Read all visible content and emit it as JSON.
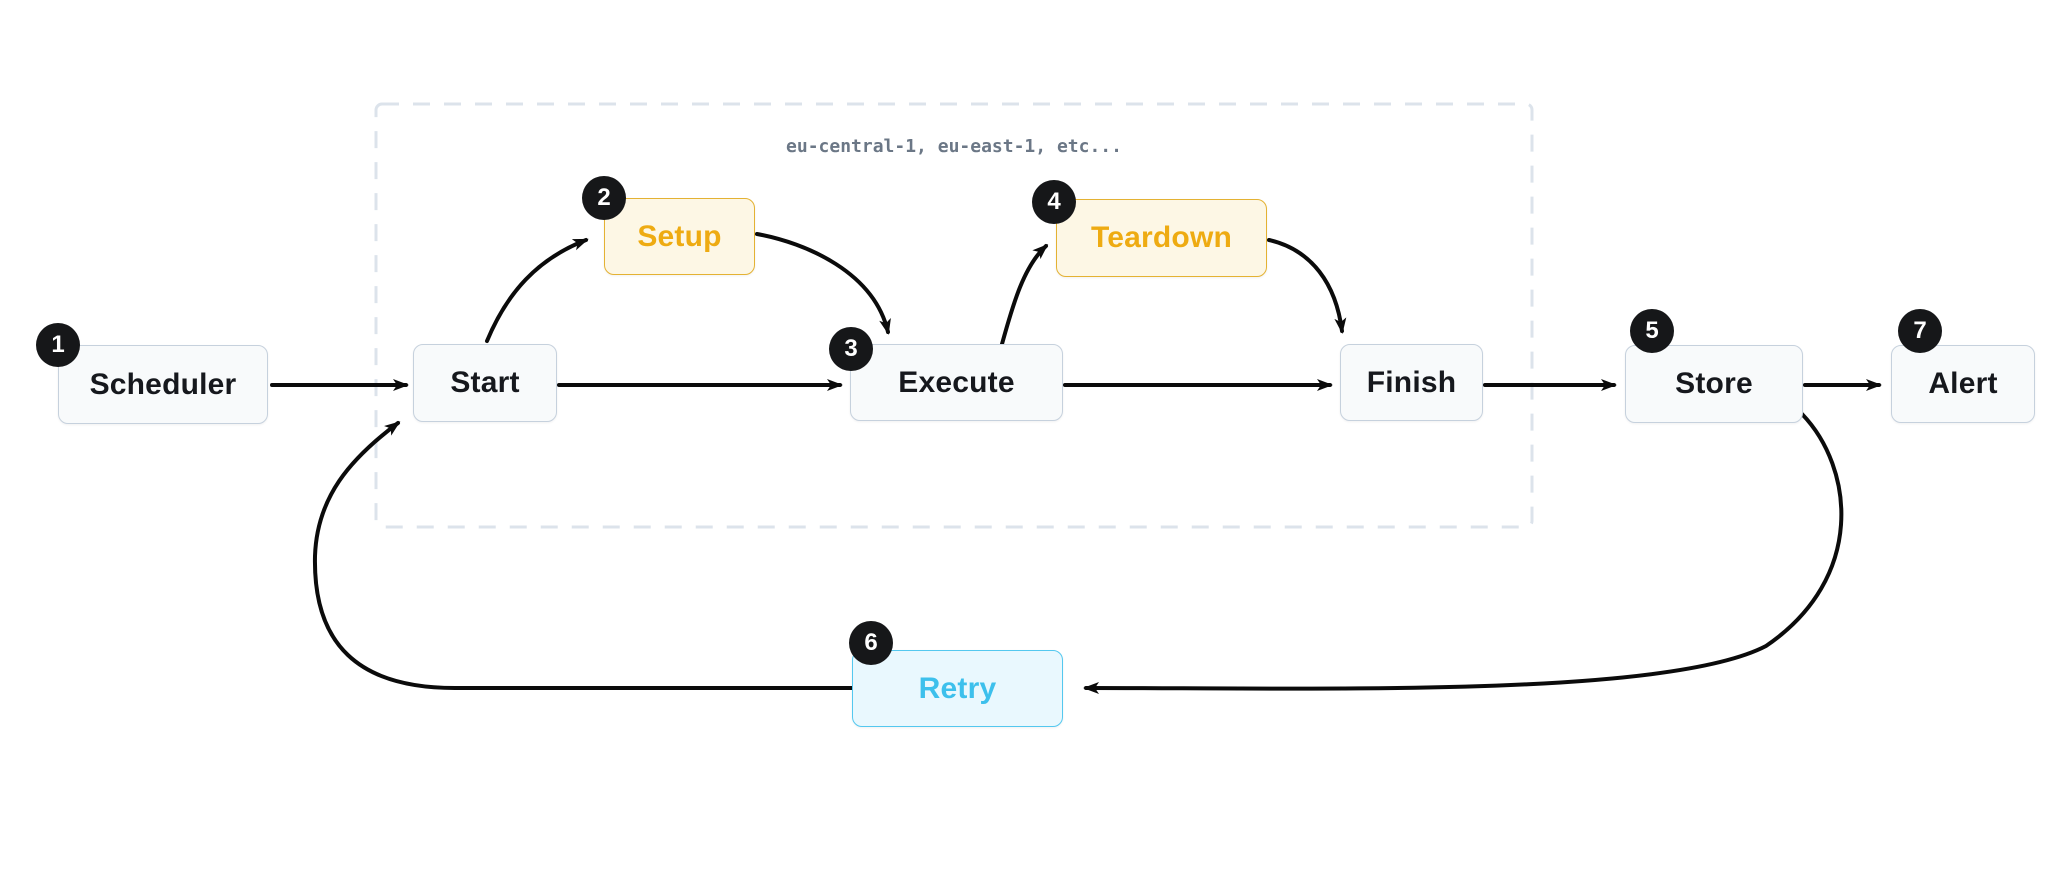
{
  "diagram": {
    "region_label": "eu-central-1, eu-east-1, etc...",
    "nodes": [
      {
        "id": "scheduler",
        "label": "Scheduler",
        "badge": "1",
        "type": "default"
      },
      {
        "id": "start",
        "label": "Start",
        "badge": null,
        "type": "default"
      },
      {
        "id": "setup",
        "label": "Setup",
        "badge": "2",
        "type": "accent"
      },
      {
        "id": "execute",
        "label": "Execute",
        "badge": "3",
        "type": "default"
      },
      {
        "id": "teardown",
        "label": "Teardown",
        "badge": "4",
        "type": "accent"
      },
      {
        "id": "finish",
        "label": "Finish",
        "badge": null,
        "type": "default"
      },
      {
        "id": "store",
        "label": "Store",
        "badge": "5",
        "type": "default"
      },
      {
        "id": "retry",
        "label": "Retry",
        "badge": "6",
        "type": "info"
      },
      {
        "id": "alert",
        "label": "Alert",
        "badge": "7",
        "type": "default"
      }
    ],
    "edges": [
      {
        "from": "Scheduler",
        "to": "Start"
      },
      {
        "from": "Start",
        "to": "Setup"
      },
      {
        "from": "Setup",
        "to": "Execute"
      },
      {
        "from": "Start",
        "to": "Execute"
      },
      {
        "from": "Execute",
        "to": "Teardown"
      },
      {
        "from": "Teardown",
        "to": "Finish"
      },
      {
        "from": "Execute",
        "to": "Finish"
      },
      {
        "from": "Finish",
        "to": "Store"
      },
      {
        "from": "Store",
        "to": "Alert"
      },
      {
        "from": "Store",
        "to": "Retry"
      },
      {
        "from": "Retry",
        "to": "Start"
      }
    ],
    "colors": {
      "node-bg": "#f8fafb",
      "node-border": "#c6d1dd",
      "node-text": "#16181d",
      "accent-bg": "#fdf7e5",
      "accent-border": "#e4b233",
      "accent-text": "#eeab12",
      "info-bg": "#e9f8fe",
      "info-border": "#54c8ef",
      "info-text": "#3dc0ec",
      "badge-bg": "#161719",
      "badge-text": "#ffffff",
      "dash": "#dce3eb",
      "muted": "#6b7786",
      "arrow": "#0b0b0b",
      "canvas": "#ffffff"
    }
  }
}
